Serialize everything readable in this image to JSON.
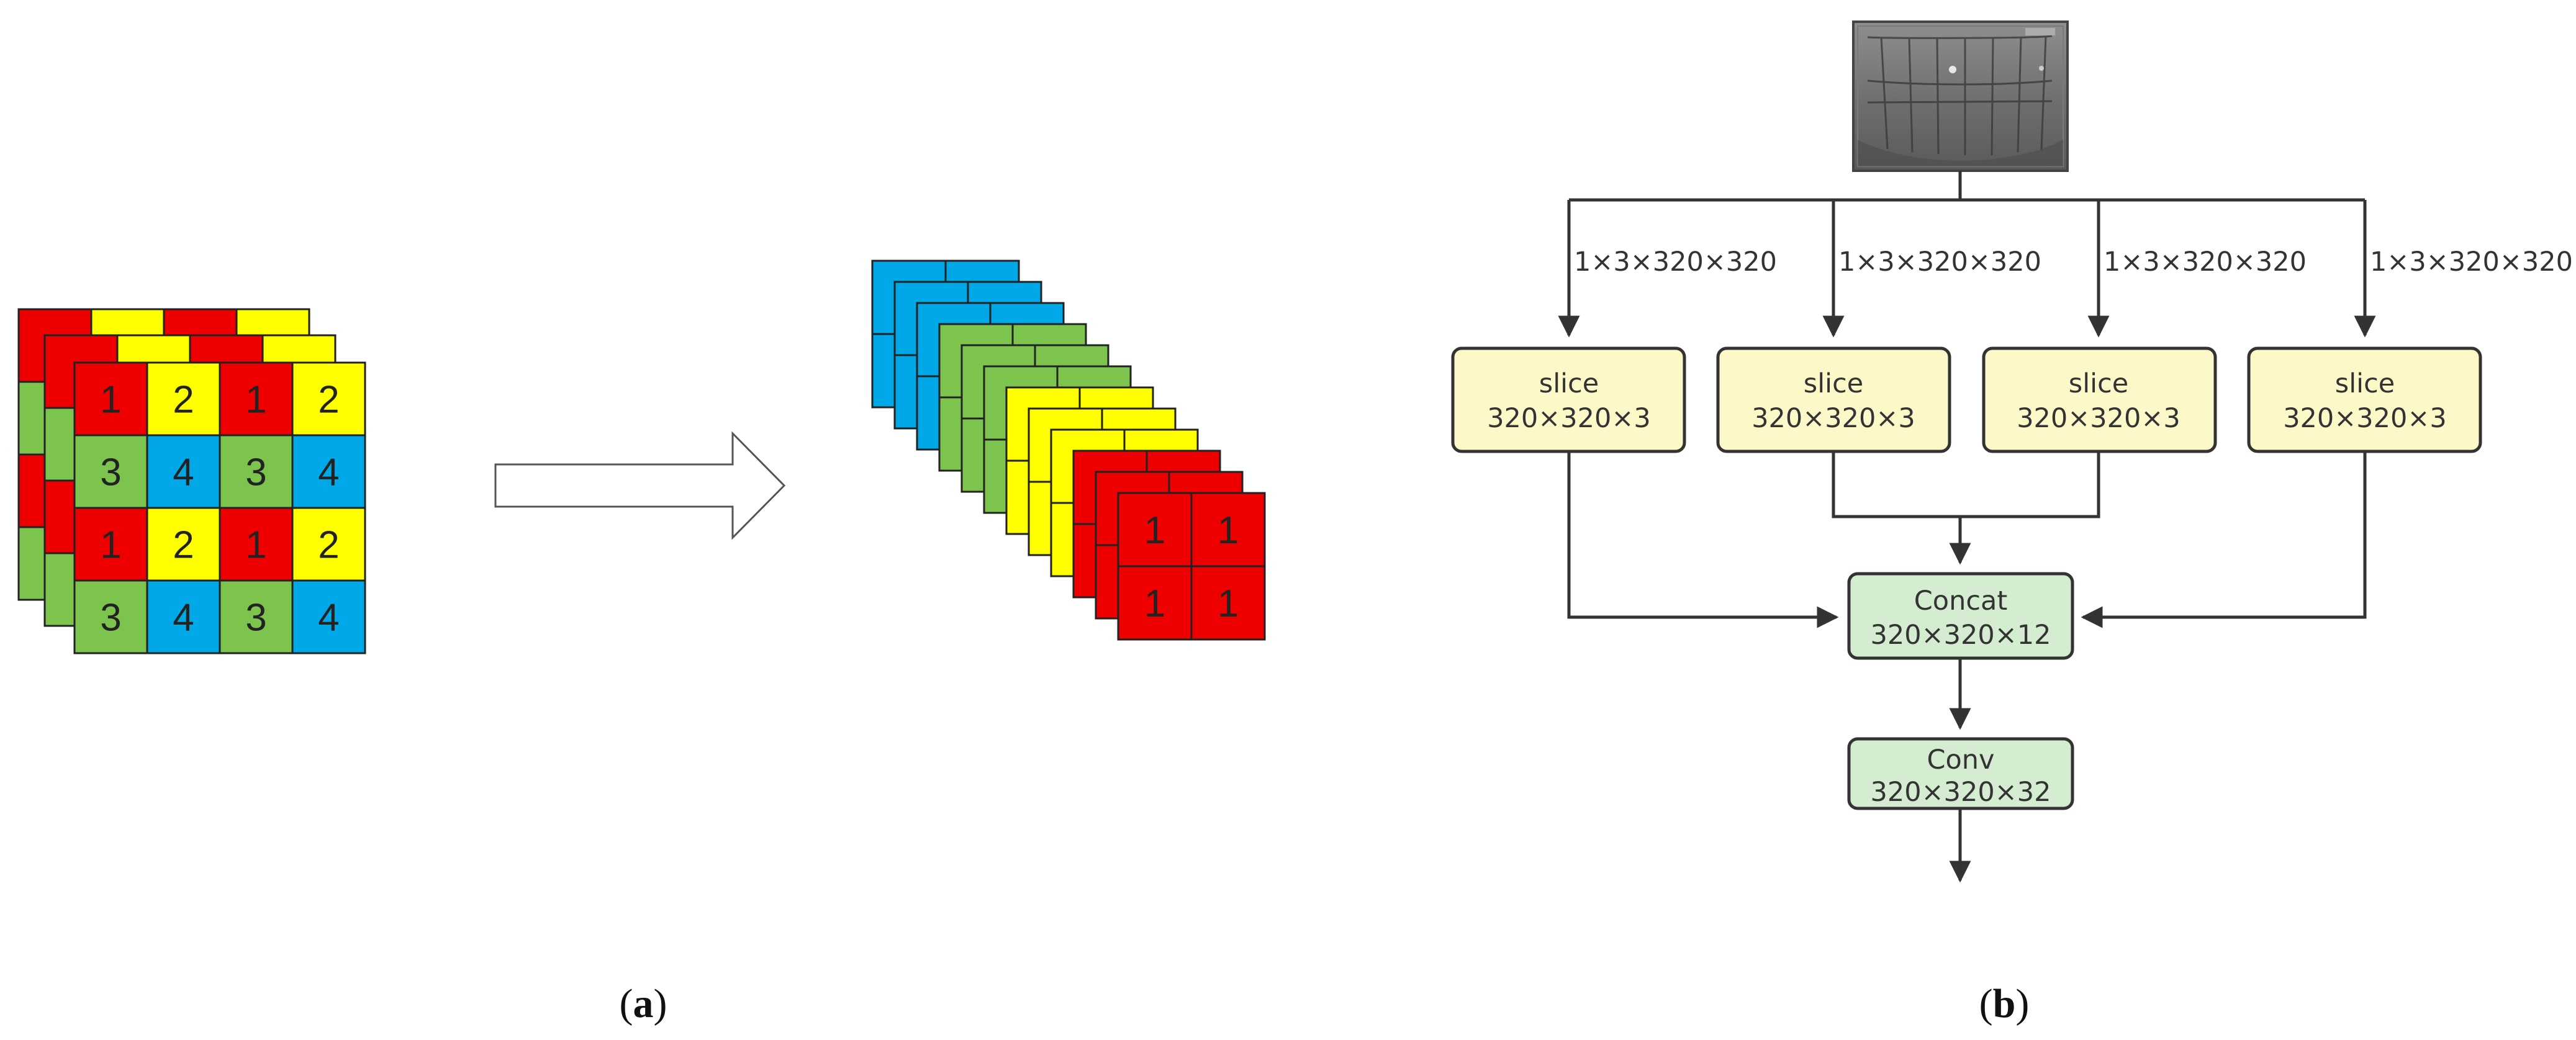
{
  "panel_a": {
    "grid_rows": [
      [
        "1",
        "2",
        "1",
        "2"
      ],
      [
        "3",
        "4",
        "3",
        "4"
      ],
      [
        "1",
        "2",
        "1",
        "2"
      ],
      [
        "3",
        "4",
        "3",
        "4"
      ]
    ],
    "front_slice_cells": [
      "1",
      "1",
      "1",
      "1"
    ],
    "colors": {
      "1": "#ee0000",
      "2": "#ffff00",
      "3": "#7cc44e",
      "4": "#00a8e8"
    },
    "caption": {
      "open": "(",
      "letter": "a",
      "close": ")"
    }
  },
  "panel_b": {
    "input_image_icon": "thermal-image-thumbnail",
    "edge_labels": [
      "1×3×320×320",
      "1×3×320×320",
      "1×3×320×320",
      "1×3×320×320"
    ],
    "slice_nodes": [
      {
        "title": "slice",
        "shape": "320×320×3"
      },
      {
        "title": "slice",
        "shape": "320×320×3"
      },
      {
        "title": "slice",
        "shape": "320×320×3"
      },
      {
        "title": "slice",
        "shape": "320×320×3"
      }
    ],
    "concat_node": {
      "title": "Concat",
      "shape": "320×320×12"
    },
    "conv_node": {
      "title": "Conv",
      "shape": "320×320×32"
    },
    "colors": {
      "slice_fill": "#fdf8c8",
      "merge_fill": "#d4ecd0",
      "stroke": "#333333"
    },
    "caption": {
      "open": "(",
      "letter": "b",
      "close": ")"
    }
  }
}
